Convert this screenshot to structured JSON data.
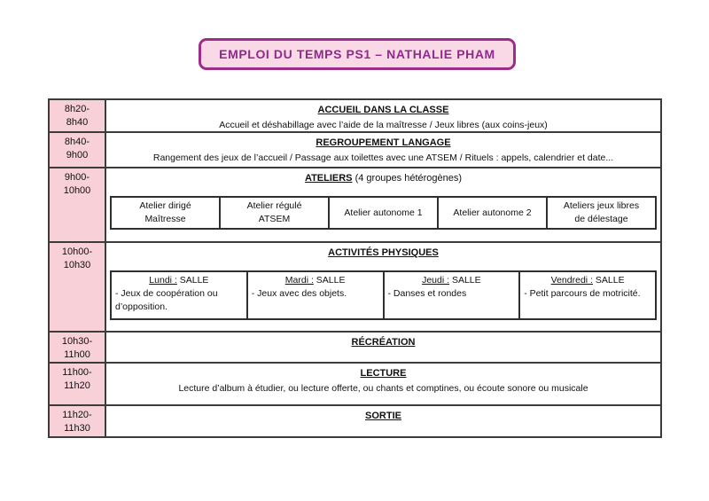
{
  "title": {
    "text": "EMPLOI DU TEMPS PS1 – NATHALIE PHAM"
  },
  "colors": {
    "time_cell_bg": "#f8d0d8",
    "title_bg": "#f9d9e5",
    "title_border": "#9c2d88",
    "title_text": "#8e2a8c",
    "grid": "#3c3c3c",
    "subgrid": "#2f2f2f"
  },
  "rows": [
    {
      "time1": "8h20-",
      "time2": "8h40",
      "heading": "ACCUEIL DANS LA CLASSE",
      "description": "Accueil et déshabillage avec l’aide de la maîtresse / Jeux libres (aux coins-jeux)"
    },
    {
      "time1": "8h40-",
      "time2": "9h00",
      "heading": "REGROUPEMENT LANGAGE",
      "description": "Rangement des jeux de l’accueil / Passage aux toilettes avec une ATSEM / Rituels : appels, calendrier et date..."
    },
    {
      "time1": "9h00-",
      "time2": "10h00",
      "heading": "ATELIERS",
      "heading_suffix": " (4 groupes hétérogènes)",
      "ateliers": [
        {
          "line1": "Atelier dirigé",
          "line2": "Maîtresse"
        },
        {
          "line1": "Atelier régulé",
          "line2": "ATSEM"
        },
        {
          "line1": "Atelier autonome 1",
          "line2": ""
        },
        {
          "line1": "Atelier autonome 2",
          "line2": ""
        },
        {
          "line1": "Ateliers jeux libres",
          "line2": "de délestage"
        }
      ]
    },
    {
      "time1": "10h00-",
      "time2": "10h30",
      "heading": "ACTIVITÉS PHYSIQUES",
      "days": [
        {
          "day": "Lundi :",
          "location": " SALLE",
          "activity": "- Jeux de coopération ou d’opposition."
        },
        {
          "day": "Mardi :",
          "location": " SALLE",
          "activity": "- Jeux avec des objets."
        },
        {
          "day": "Jeudi :",
          "location": " SALLE",
          "activity": "- Danses et rondes"
        },
        {
          "day": "Vendredi :",
          "location": " SALLE",
          "activity": "- Petit parcours de motricité."
        }
      ]
    },
    {
      "time1": "10h30-",
      "time2": "11h00",
      "heading": "RÉCRÉATION"
    },
    {
      "time1": "11h00-",
      "time2": "11h20",
      "heading": "LECTURE",
      "description": "Lecture d’album à étudier, ou lecture offerte, ou chants et comptines, ou écoute sonore ou musicale"
    },
    {
      "time1": "11h20-",
      "time2": "11h30",
      "heading": "SORTIE"
    }
  ]
}
